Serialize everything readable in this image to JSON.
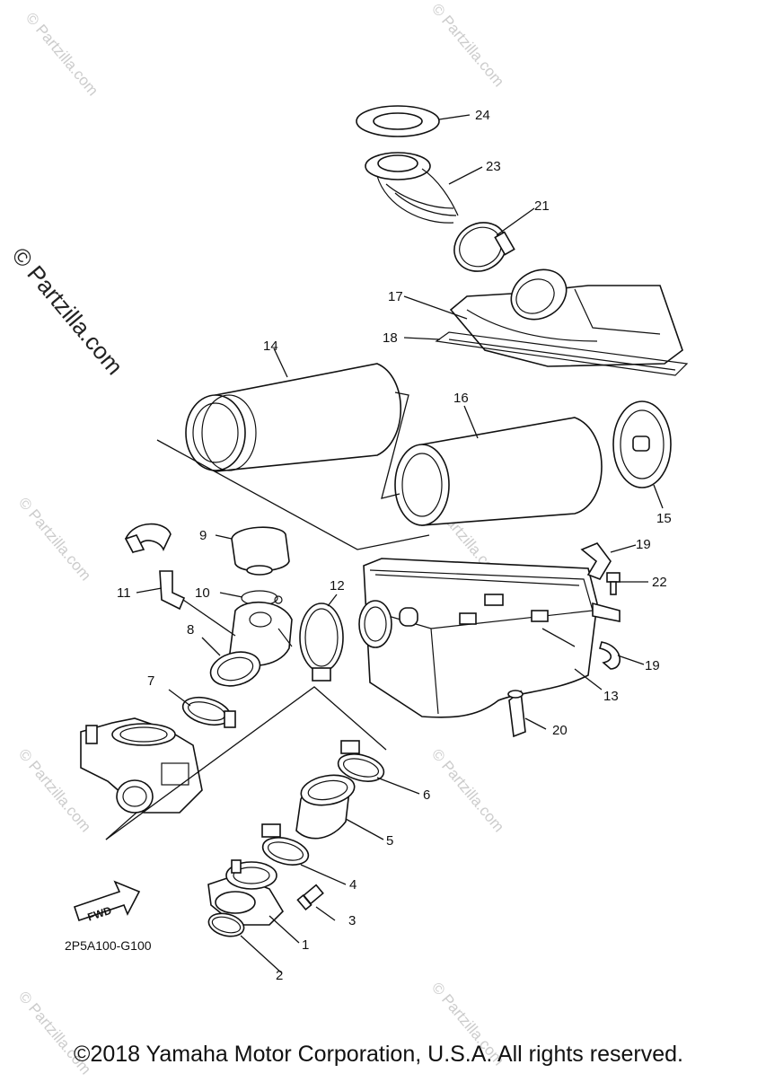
{
  "diagram": {
    "part_numbers": [
      "1",
      "2",
      "3",
      "4",
      "5",
      "6",
      "7",
      "8",
      "9",
      "10",
      "11",
      "12",
      "13",
      "14",
      "15",
      "16",
      "17",
      "18",
      "19",
      "20",
      "21",
      "22",
      "23",
      "24"
    ],
    "second_19": "19",
    "fwd_label": "FWD",
    "diagram_code": "2P5A100-G100",
    "watermark": "© Partzilla.com",
    "copyright": "©2018 Yamaha Motor Corporation, U.S.A. All rights reserved."
  }
}
